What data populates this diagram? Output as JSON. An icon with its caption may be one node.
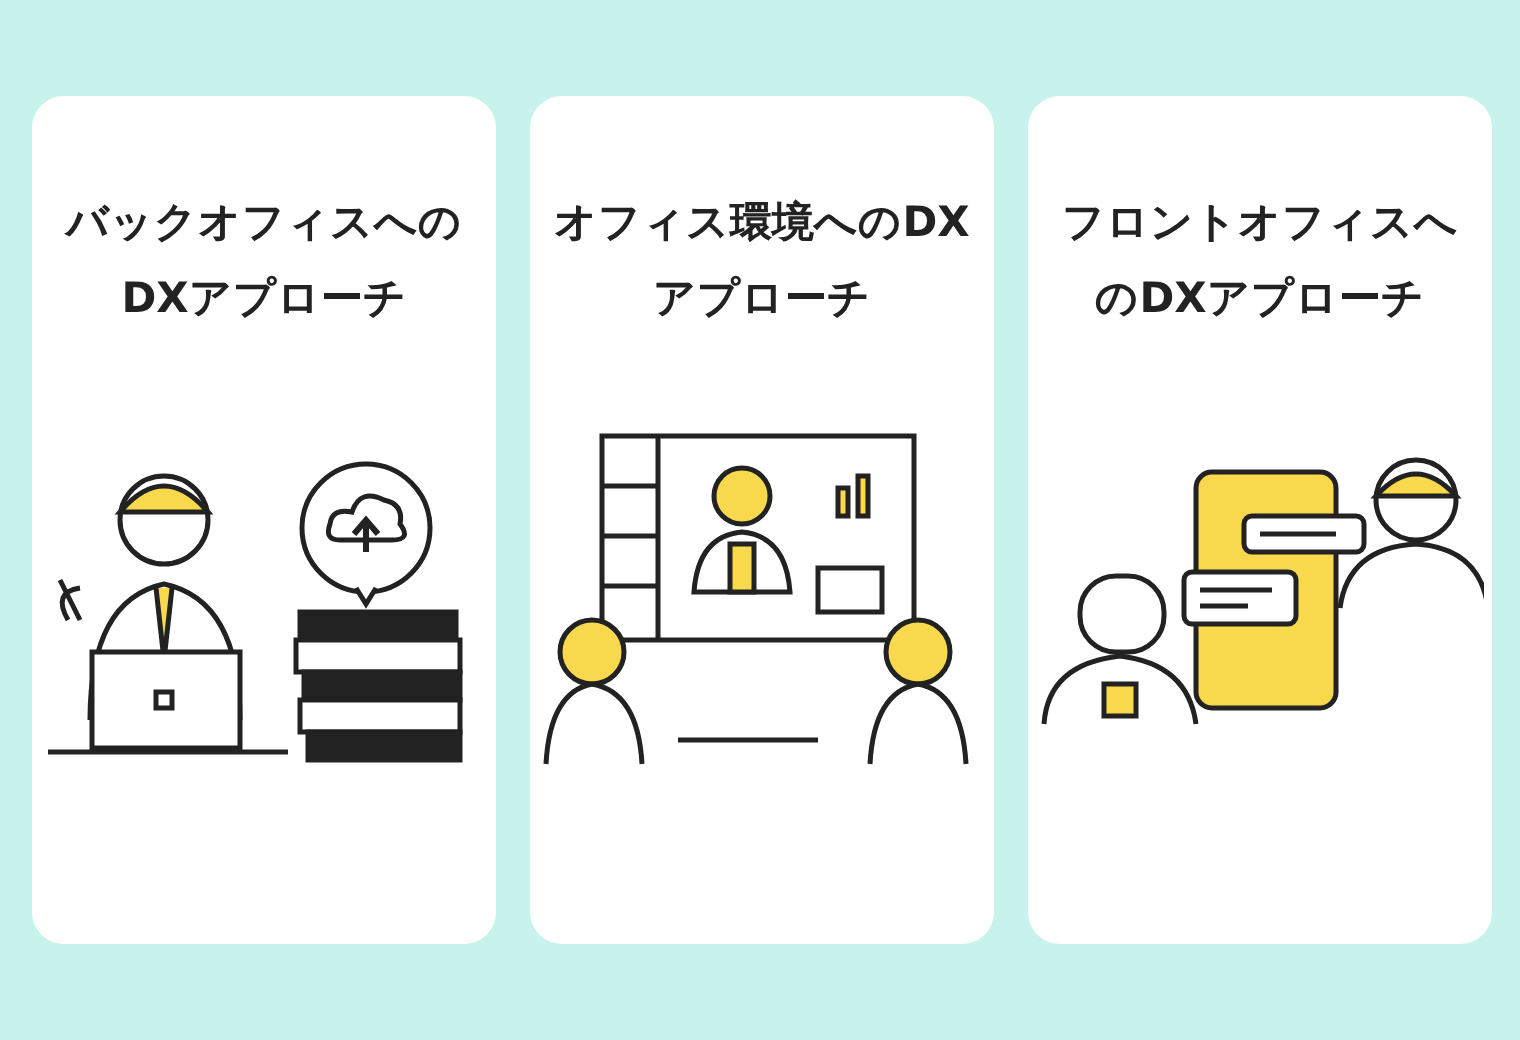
{
  "diagram": {
    "nodes": [
      {
        "text": [
          "バックオフィスへのDXアプローチ"
        ]
      },
      {
        "text": [
          "オフィス環境へのDXアプローチ"
        ]
      },
      {
        "text": [
          "フロントオフィスへのDXアプローチ"
        ]
      }
    ],
    "edges": []
  }
}
